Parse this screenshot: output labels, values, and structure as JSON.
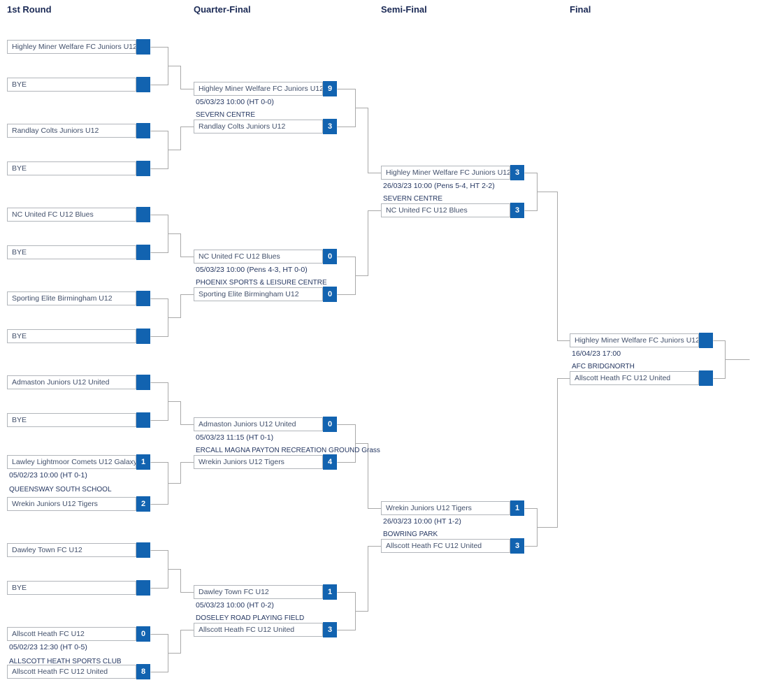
{
  "colors": {
    "score_box_blue": "#1263b0",
    "header_navy": "#1b2a55",
    "team_text": "#42506b",
    "meta_text": "#253761",
    "line_gray": "#a9a9a9",
    "box_border": "#b2b6bb"
  },
  "rounds": [
    {
      "label": "1st Round",
      "matches": [
        {
          "team1": {
            "name": "Highley Miner Welfare FC Juniors U12",
            "score": ""
          },
          "team2": {
            "name": "BYE",
            "score": ""
          }
        },
        {
          "team1": {
            "name": "Randlay Colts Juniors U12",
            "score": ""
          },
          "team2": {
            "name": "BYE",
            "score": ""
          }
        },
        {
          "team1": {
            "name": "NC United FC U12 Blues",
            "score": ""
          },
          "team2": {
            "name": "BYE",
            "score": ""
          }
        },
        {
          "team1": {
            "name": "Sporting Elite Birmingham U12",
            "score": ""
          },
          "team2": {
            "name": "BYE",
            "score": ""
          }
        },
        {
          "team1": {
            "name": "Admaston Juniors U12 United",
            "score": ""
          },
          "team2": {
            "name": "BYE",
            "score": ""
          }
        },
        {
          "team1": {
            "name": "Lawley Lightmoor Comets U12 Galaxy",
            "score": "1"
          },
          "team2": {
            "name": "Wrekin Juniors U12 Tigers",
            "score": "2"
          },
          "datetime": "05/02/23 10:00 (HT 0-1)",
          "venue": "QUEENSWAY SOUTH SCHOOL"
        },
        {
          "team1": {
            "name": "Dawley Town FC U12",
            "score": ""
          },
          "team2": {
            "name": "BYE",
            "score": ""
          }
        },
        {
          "team1": {
            "name": "Allscott Heath FC U12",
            "score": "0"
          },
          "team2": {
            "name": "Allscott Heath FC U12 United",
            "score": "8"
          },
          "datetime": "05/02/23 12:30 (HT 0-5)",
          "venue": "ALLSCOTT HEATH SPORTS CLUB"
        }
      ]
    },
    {
      "label": "Quarter-Final",
      "matches": [
        {
          "team1": {
            "name": "Highley Miner Welfare FC Juniors U12",
            "score": "9"
          },
          "team2": {
            "name": "Randlay Colts Juniors U12",
            "score": "3"
          },
          "datetime": "05/03/23 10:00 (HT 0-0)",
          "venue": "SEVERN CENTRE"
        },
        {
          "team1": {
            "name": "NC United FC U12 Blues",
            "score": "0"
          },
          "team2": {
            "name": "Sporting Elite Birmingham U12",
            "score": "0"
          },
          "datetime": "05/03/23 10:00 (Pens 4-3, HT 0-0)",
          "venue": "PHOENIX SPORTS & LEISURE CENTRE"
        },
        {
          "team1": {
            "name": "Admaston Juniors U12 United",
            "score": "0"
          },
          "team2": {
            "name": "Wrekin Juniors U12 Tigers",
            "score": "4"
          },
          "datetime": "05/03/23 11:15 (HT 0-1)",
          "venue": "ERCALL MAGNA PAYTON RECREATION GROUND Grass"
        },
        {
          "team1": {
            "name": "Dawley Town FC U12",
            "score": "1"
          },
          "team2": {
            "name": "Allscott Heath FC U12 United",
            "score": "3"
          },
          "datetime": "05/03/23 10:00 (HT 0-2)",
          "venue": "DOSELEY ROAD PLAYING FIELD"
        }
      ]
    },
    {
      "label": "Semi-Final",
      "matches": [
        {
          "team1": {
            "name": "Highley Miner Welfare FC Juniors U12",
            "score": "3"
          },
          "team2": {
            "name": "NC United FC U12 Blues",
            "score": "3"
          },
          "datetime": "26/03/23 10:00 (Pens 5-4, HT 2-2)",
          "venue": "SEVERN CENTRE"
        },
        {
          "team1": {
            "name": "Wrekin Juniors U12 Tigers",
            "score": "1"
          },
          "team2": {
            "name": "Allscott Heath FC U12 United",
            "score": "3"
          },
          "datetime": "26/03/23 10:00 (HT 1-2)",
          "venue": "BOWRING PARK"
        }
      ]
    },
    {
      "label": "Final",
      "matches": [
        {
          "team1": {
            "name": "Highley Miner Welfare FC Juniors U12",
            "score": ""
          },
          "team2": {
            "name": "Allscott Heath FC U12 United",
            "score": ""
          },
          "datetime": "16/04/23 17:00",
          "venue": "AFC BRIDGNORTH"
        }
      ]
    }
  ]
}
